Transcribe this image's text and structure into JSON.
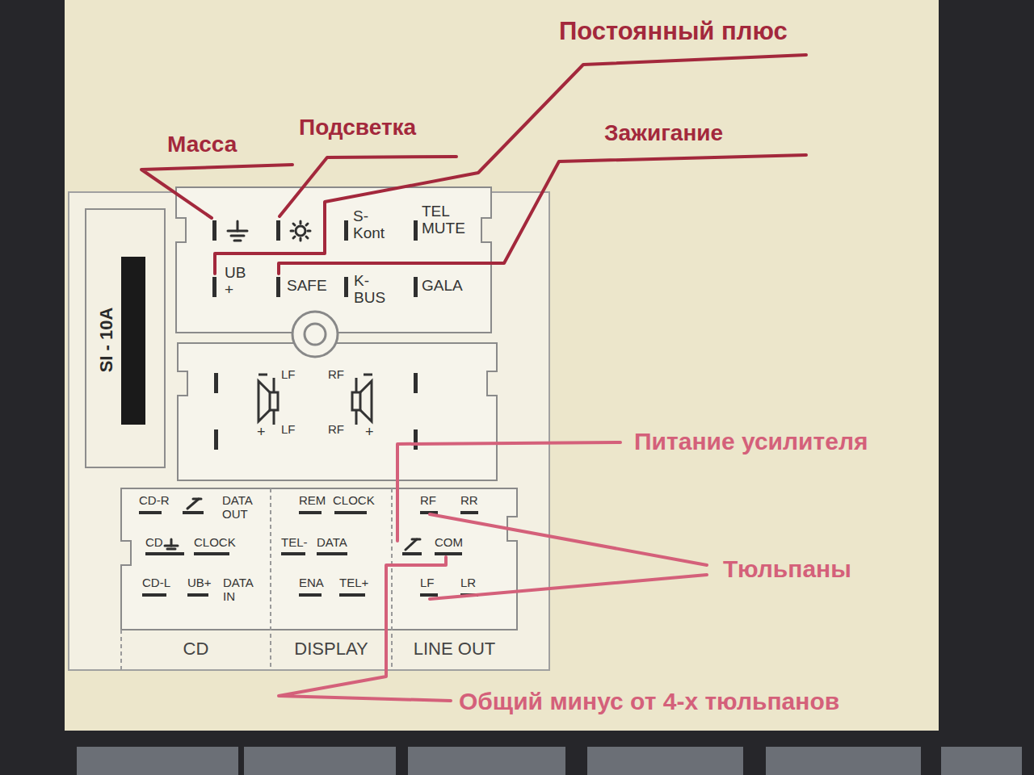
{
  "diagram": {
    "nodes": [
      {
        "text": [
          "SI - 10A"
        ]
      },
      {
        "text": [
          "CD"
        ]
      },
      {
        "text": [
          "DISPLAY"
        ]
      },
      {
        "text": [
          "LINE OUT"
        ]
      }
    ],
    "labels": [
      "Постоянный плюс",
      "Масса",
      "Подсветка",
      "Зажигание",
      "S- Kont",
      "TEL MUTE",
      "UB +",
      "SAFE",
      "K- BUS",
      "GALA",
      "LF",
      "RF",
      "+",
      "LF",
      "RF",
      "+",
      "Питание усилителя",
      "CD-R",
      "DATA OUT",
      "REM",
      "CLOCK",
      "RF",
      "RR",
      "CD",
      "CLOCK",
      "TEL-",
      "DATA",
      "COM",
      "Тюльпаны",
      "CD-L",
      "UB+",
      "DATA IN",
      "ENA",
      "TEL+",
      "LF",
      "LR",
      "Общий минус от 4-х тюльпанов"
    ]
  }
}
